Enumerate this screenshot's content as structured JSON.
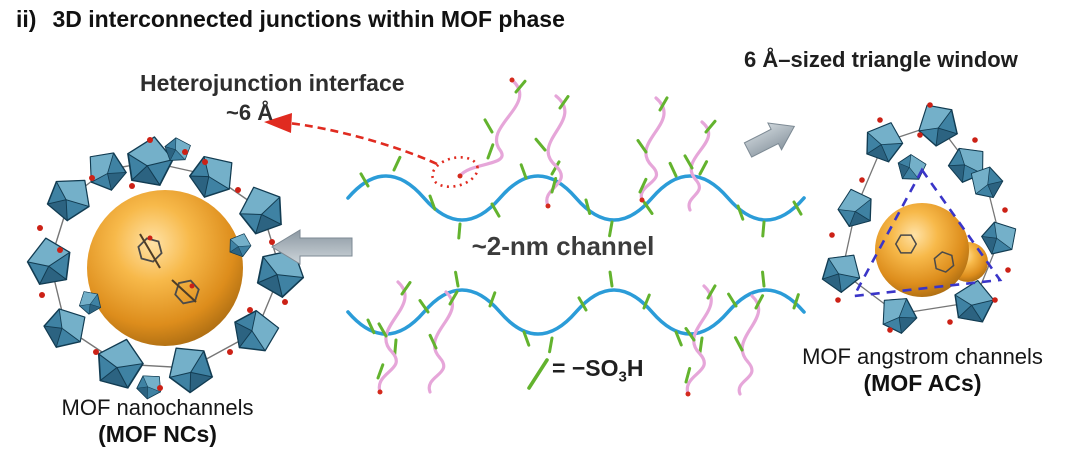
{
  "title": {
    "prefix": "ii)",
    "text": "3D interconnected junctions within MOF phase"
  },
  "annotations": {
    "triangle_window": "6 Å–sized triangle window",
    "heterojunction_interface": "Heterojunction interface",
    "interface_size": "~6 Å",
    "channel_size": "~2-nm channel"
  },
  "legend": {
    "prefix": "= −SO",
    "sub": "3",
    "suffix": "H"
  },
  "left_structure": {
    "caption": "MOF nanochannels",
    "abbrev": "(MOF NCs)"
  },
  "right_structure": {
    "caption": "MOF angstrom channels",
    "abbrev": "(MOF ACs)"
  },
  "colors": {
    "channel_blue": "#2b9cd8",
    "sulfonate_green": "#63b32e",
    "polymer_pink": "#e6a6d9",
    "accent_red": "#e02b20",
    "arrow_gray": "#98a2ab",
    "mof_blue": "#3f82a3",
    "pore_orange": "#f0a030",
    "triangle_blue": "#3a35c8"
  }
}
